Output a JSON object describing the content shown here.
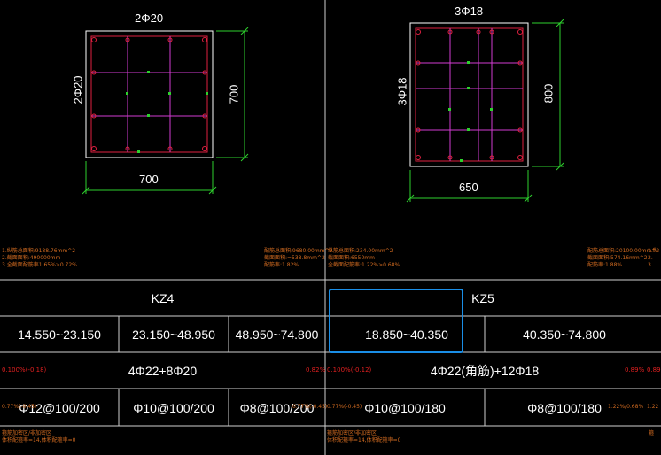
{
  "sections": {
    "left": {
      "top_label": "2Φ20",
      "side_label": "2Φ20",
      "width_dim": "700",
      "height_dim": "700"
    },
    "right": {
      "top_label": "3Φ18",
      "side_label": "3Φ18",
      "width_dim": "650",
      "height_dim": "800"
    }
  },
  "table": {
    "col_kz4": "KZ4",
    "col_kz5": "KZ5",
    "elevations": [
      "14.550~23.150",
      "23.150~48.950",
      "48.950~74.800",
      "18.850~40.350",
      "40.350~74.800"
    ],
    "main_bars_kz4": "4Φ22+8Φ20",
    "main_bars_kz5": "4Φ22(角筋)+12Φ18",
    "stirrups": [
      "Φ12@100/200",
      "Φ10@100/200",
      "Φ8@100/200",
      "Φ10@100/180",
      "Φ8@100/180"
    ]
  },
  "notes": {
    "left_a": "1.纵筋总面积:9188.76mm^2",
    "left_b": "2.截面面积:490000mm",
    "left_c": "3.全截面配筋率1.65%>0.72%",
    "mid_a": "配筋总面积:9680.00mm^2",
    "mid_b": "截面面积:=538.8mm^2",
    "mid_c": "配筋率:1.82%",
    "mid2_a": "纵筋总面积:234.00mm^2",
    "mid2_b": "截面面积:6550mm",
    "mid2_c": "全截面配筋率:1.22%>0.68%",
    "right_a": "配筋总面积:20100.00mm^2",
    "right_b": "截面面积:574.16mm^2",
    "right_c": "配筋率:1.88%",
    "edge_a": "1.纵",
    "edge_b": "2.",
    "edge_c": "3.",
    "bottom_left_a": "箍筋加密区/非加密区",
    "bottom_left_b": "体积配箍率=14,体积配箍率=0",
    "bottom_mid_a": "箍筋加密区/非加密区",
    "bottom_mid_b": "体积配箍率=14,体积配箍率=0",
    "bottom_edge": "箍"
  },
  "ratios": {
    "r1": "0.100%(-0.18)",
    "r2": "0.82%",
    "r3": "0.100%(-0.12)",
    "r4": "0.89%",
    "r5": "0.89%",
    "s1": "0.77%(-0.45)",
    "s2": "0.77%(-0.45)",
    "s3": "0.77%(-0.45)",
    "s4": "1.22%/0.68%",
    "s5": "1.22"
  }
}
